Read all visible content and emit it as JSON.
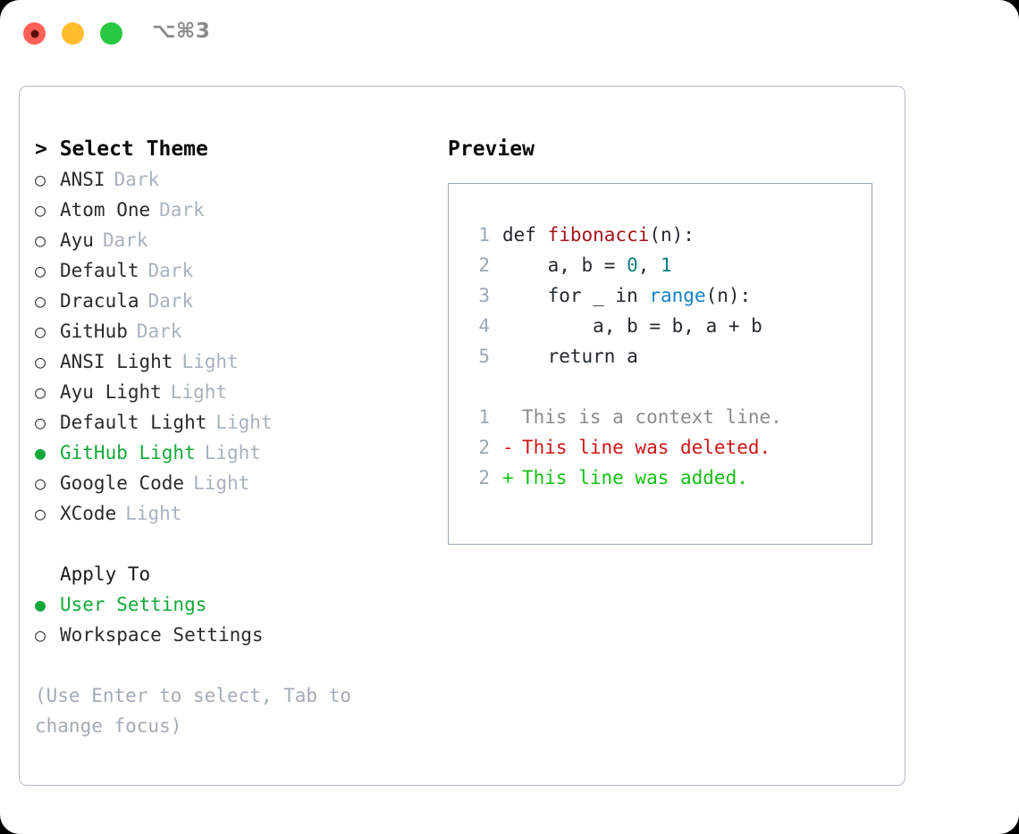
{
  "titlebar": {
    "shortcut": "⌥⌘3",
    "lights": [
      "close",
      "minimize",
      "maximize"
    ]
  },
  "theme_section": {
    "header": "> Select Theme",
    "items": [
      {
        "bullet": "○",
        "name": "ANSI",
        "tag": "Dark",
        "selected": false
      },
      {
        "bullet": "○",
        "name": "Atom One",
        "tag": "Dark",
        "selected": false
      },
      {
        "bullet": "○",
        "name": "Ayu",
        "tag": "Dark",
        "selected": false
      },
      {
        "bullet": "○",
        "name": "Default",
        "tag": "Dark",
        "selected": false
      },
      {
        "bullet": "○",
        "name": "Dracula",
        "tag": "Dark",
        "selected": false
      },
      {
        "bullet": "○",
        "name": "GitHub",
        "tag": "Dark",
        "selected": false
      },
      {
        "bullet": "○",
        "name": "ANSI Light",
        "tag": "Light",
        "selected": false
      },
      {
        "bullet": "○",
        "name": "Ayu Light",
        "tag": "Light",
        "selected": false
      },
      {
        "bullet": "○",
        "name": "Default Light",
        "tag": "Light",
        "selected": false
      },
      {
        "bullet": "●",
        "name": "GitHub Light",
        "tag": "Light",
        "selected": true
      },
      {
        "bullet": "○",
        "name": "Google Code",
        "tag": "Light",
        "selected": false
      },
      {
        "bullet": "○",
        "name": "XCode",
        "tag": "Light",
        "selected": false
      }
    ]
  },
  "apply_section": {
    "title": "Apply To",
    "items": [
      {
        "bullet": "●",
        "name": "User Settings",
        "selected": true
      },
      {
        "bullet": "○",
        "name": "Workspace Settings",
        "selected": false
      }
    ]
  },
  "hint": "(Use Enter to select, Tab to change focus)",
  "preview": {
    "title": "Preview",
    "code_lines": [
      {
        "num": "1",
        "segments": [
          {
            "text": "def ",
            "style": "plain"
          },
          {
            "text": "fibonacci",
            "style": "fn"
          },
          {
            "text": "(n):",
            "style": "plain"
          }
        ]
      },
      {
        "num": "2",
        "segments": [
          {
            "text": "    a, b = ",
            "style": "plain"
          },
          {
            "text": "0",
            "style": "num"
          },
          {
            "text": ", ",
            "style": "plain"
          },
          {
            "text": "1",
            "style": "num"
          }
        ]
      },
      {
        "num": "3",
        "segments": [
          {
            "text": "    for _ in ",
            "style": "plain"
          },
          {
            "text": "range",
            "style": "call"
          },
          {
            "text": "(n):",
            "style": "plain"
          }
        ]
      },
      {
        "num": "4",
        "segments": [
          {
            "text": "        a, b = b, a + b",
            "style": "plain"
          }
        ]
      },
      {
        "num": "5",
        "segments": [
          {
            "text": "    return a",
            "style": "plain"
          }
        ]
      }
    ],
    "diff_lines": [
      {
        "num": "1",
        "sign": " ",
        "text": "This is a context line.",
        "kind": "ctx"
      },
      {
        "num": "2",
        "sign": "-",
        "text": "This line was deleted.",
        "kind": "del"
      },
      {
        "num": "2",
        "sign": "+",
        "text": "This line was added.",
        "kind": "add"
      }
    ]
  },
  "colors": {
    "accent_green": "#15a83a",
    "tag_gray": "#a9b2bf",
    "panel_border": "#9aa5b4",
    "card_border": "#b4bcc8",
    "gutter": "#9aa8b5",
    "fn_red": "#a3121a",
    "num_teal": "#0d7d7d",
    "call_blue": "#1182c4",
    "diff_ctx": "#8b8b8b",
    "diff_del": "#cc1616",
    "diff_add": "#14c014",
    "hint": "#a3abb8",
    "light_red": "#ff6159",
    "light_yellow": "#ffbd2e",
    "light_green": "#28c840"
  }
}
